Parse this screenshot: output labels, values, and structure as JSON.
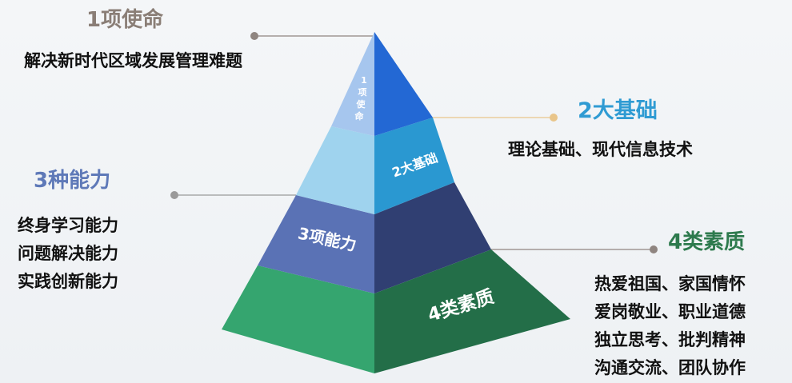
{
  "tiers": [
    {
      "label_lines": [
        "1",
        "项",
        "使",
        "命"
      ],
      "title": "1项使命",
      "description": "解决新时代区域发展管理难题"
    },
    {
      "label": "2大基础",
      "title": "2大基础",
      "description": "理论基础、现代信息技术"
    },
    {
      "label": "3项能力",
      "title": "3种能力",
      "items": [
        "终身学习能力",
        "问题解决能力",
        "实践创新能力"
      ]
    },
    {
      "label": "4类素质",
      "title": "4类素质",
      "items": [
        "热爱祖国、家国情怀",
        "爱岗敬业、职业道德",
        "独立思考、批判精神",
        "沟通交流、团队协作"
      ]
    }
  ],
  "colors": {
    "tier1_left": "#a6c6ee",
    "tier1_right": "#2368d4",
    "tier2_left": "#9fd3ee",
    "tier2_right": "#2a98d1",
    "tier3_left": "#5a72b5",
    "tier3_right": "#303f72",
    "tier4_left": "#35a56f",
    "tier4_right": "#236e48",
    "connector": "#8a7e76",
    "connector_2": "#e8c27a"
  }
}
